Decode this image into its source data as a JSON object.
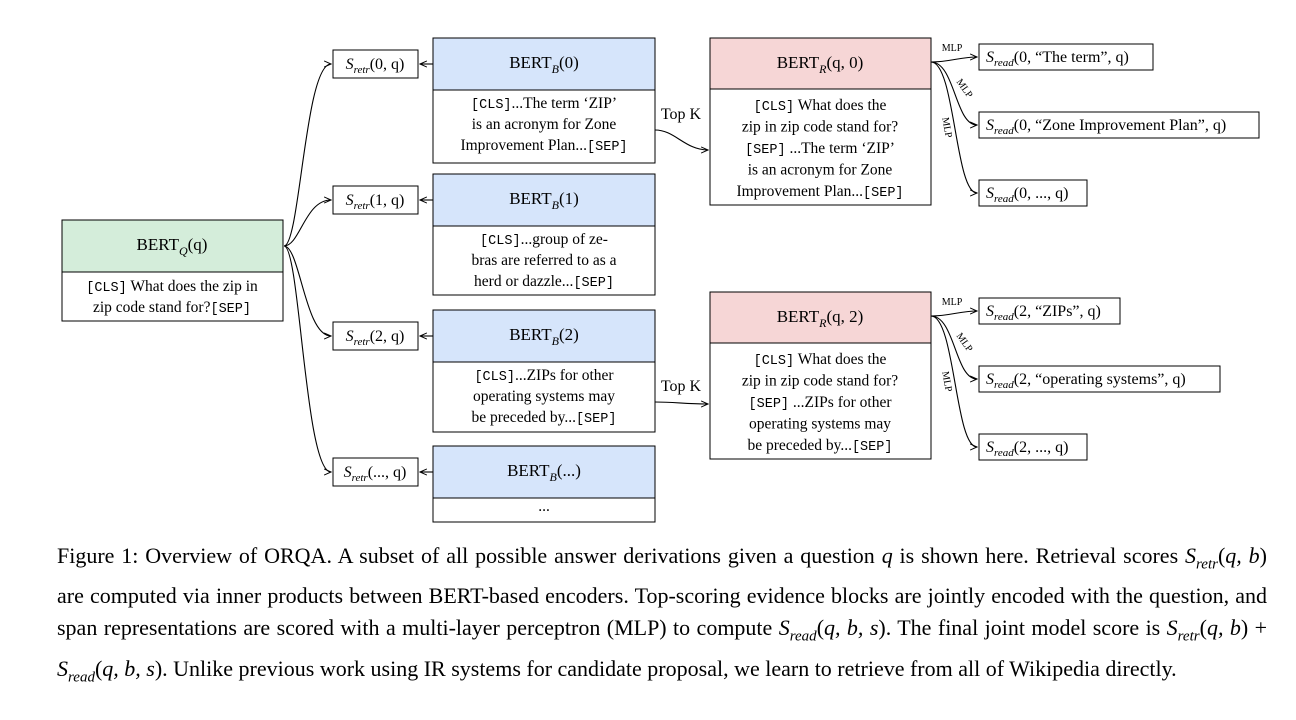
{
  "colors": {
    "question_encoder_fill": "#d4edda",
    "evidence_encoder_fill": "#d6e5fb",
    "reader_fill": "#f6d6d6",
    "stroke": "#000000"
  },
  "question": {
    "encoder_label": "BERT",
    "encoder_subscript": "Q",
    "encoder_arg": "(q)",
    "text_lines": [
      [
        {
          "t": "[CLS]",
          "mono": true
        },
        {
          "t": " What does the zip in"
        }
      ],
      [
        {
          "t": "zip code stand for?"
        },
        {
          "t": "[SEP]",
          "mono": true
        }
      ]
    ]
  },
  "blocks": [
    {
      "encoder_label": "BERT",
      "encoder_subscript": "B",
      "encoder_arg": "(0)",
      "score": {
        "S": "S",
        "sub": "retr",
        "args": "(0, q)"
      },
      "text_lines": [
        [
          {
            "t": "[CLS]",
            "mono": true
          },
          {
            "t": "...The term ‘ZIP’"
          }
        ],
        [
          {
            "t": "is an acronym for Zone"
          }
        ],
        [
          {
            "t": "Improvement Plan..."
          },
          {
            "t": "[SEP]",
            "mono": true
          }
        ]
      ]
    },
    {
      "encoder_label": "BERT",
      "encoder_subscript": "B",
      "encoder_arg": "(1)",
      "score": {
        "S": "S",
        "sub": "retr",
        "args": "(1, q)"
      },
      "text_lines": [
        [
          {
            "t": "[CLS]",
            "mono": true
          },
          {
            "t": "...group of ze-"
          }
        ],
        [
          {
            "t": "bras are referred to as a"
          }
        ],
        [
          {
            "t": "herd or dazzle..."
          },
          {
            "t": "[SEP]",
            "mono": true
          }
        ]
      ]
    },
    {
      "encoder_label": "BERT",
      "encoder_subscript": "B",
      "encoder_arg": "(2)",
      "score": {
        "S": "S",
        "sub": "retr",
        "args": "(2, q)"
      },
      "text_lines": [
        [
          {
            "t": "[CLS]",
            "mono": true
          },
          {
            "t": "...ZIPs for other"
          }
        ],
        [
          {
            "t": "operating systems may"
          }
        ],
        [
          {
            "t": "be preceded by..."
          },
          {
            "t": "[SEP]",
            "mono": true
          }
        ]
      ]
    },
    {
      "encoder_label": "BERT",
      "encoder_subscript": "B",
      "encoder_arg": "(...)",
      "score": {
        "S": "S",
        "sub": "retr",
        "args": "(..., q)"
      },
      "text_lines": [
        [
          {
            "t": "..."
          }
        ]
      ]
    }
  ],
  "readers": [
    {
      "encoder_label": "BERT",
      "encoder_subscript": "R",
      "encoder_arg": "(q, 0)",
      "topk_label": "Top K",
      "text_lines": [
        [
          {
            "t": "[CLS]",
            "mono": true
          },
          {
            "t": " What does the"
          }
        ],
        [
          {
            "t": "zip in zip code stand for?"
          }
        ],
        [
          {
            "t": "[SEP]",
            "mono": true
          },
          {
            "t": " ...The term ‘ZIP’"
          }
        ],
        [
          {
            "t": "is an acronym for Zone"
          }
        ],
        [
          {
            "t": "Improvement Plan..."
          },
          {
            "t": "[SEP]",
            "mono": true
          }
        ]
      ],
      "mlp_labels": [
        "MLP",
        "MLP",
        "MLP"
      ],
      "outputs": [
        {
          "S": "S",
          "sub": "read",
          "args": "(0, “The term”, q)"
        },
        {
          "S": "S",
          "sub": "read",
          "args": "(0, “Zone Improvement Plan”, q)"
        },
        {
          "S": "S",
          "sub": "read",
          "args": "(0, ..., q)"
        }
      ]
    },
    {
      "encoder_label": "BERT",
      "encoder_subscript": "R",
      "encoder_arg": "(q, 2)",
      "topk_label": "Top K",
      "text_lines": [
        [
          {
            "t": "[CLS]",
            "mono": true
          },
          {
            "t": " What does the"
          }
        ],
        [
          {
            "t": "zip in zip code stand for?"
          }
        ],
        [
          {
            "t": "[SEP]",
            "mono": true
          },
          {
            "t": " ...ZIPs for other"
          }
        ],
        [
          {
            "t": "operating systems may"
          }
        ],
        [
          {
            "t": "be preceded by..."
          },
          {
            "t": "[SEP]",
            "mono": true
          }
        ]
      ],
      "mlp_labels": [
        "MLP",
        "MLP",
        "MLP"
      ],
      "outputs": [
        {
          "S": "S",
          "sub": "read",
          "args": "(2, “ZIPs”, q)"
        },
        {
          "S": "S",
          "sub": "read",
          "args": "(2, “operating systems”, q)"
        },
        {
          "S": "S",
          "sub": "read",
          "args": "(2, ..., q)"
        }
      ]
    }
  ],
  "caption": {
    "parts": [
      {
        "t": "Figure 1:  Overview of ORQA. A subset of all possible answer derivations given a question "
      },
      {
        "t": "q",
        "i": true
      },
      {
        "t": " is shown here. Retrieval scores "
      },
      {
        "t": "S",
        "i": true
      },
      {
        "t": "retr",
        "i": true,
        "sub": true
      },
      {
        "t": "("
      },
      {
        "t": "q, b",
        "i": true
      },
      {
        "t": ")"
      },
      {
        "t": " are computed via inner products between BERT-based encoders. Top-scoring evidence blocks are jointly encoded with the question, and span representations are scored with a multi-layer perceptron (MLP) to compute "
      },
      {
        "t": "S",
        "i": true
      },
      {
        "t": "read",
        "i": true,
        "sub": true
      },
      {
        "t": "("
      },
      {
        "t": "q, b, s",
        "i": true
      },
      {
        "t": ")"
      },
      {
        "t": ". The final joint model score is "
      },
      {
        "t": "S",
        "i": true
      },
      {
        "t": "retr",
        "i": true,
        "sub": true
      },
      {
        "t": "("
      },
      {
        "t": "q, b",
        "i": true
      },
      {
        "t": ")"
      },
      {
        "t": " + "
      },
      {
        "t": "S",
        "i": true
      },
      {
        "t": "read",
        "i": true,
        "sub": true
      },
      {
        "t": "("
      },
      {
        "t": "q, b, s",
        "i": true
      },
      {
        "t": ")"
      },
      {
        "t": ". Unlike previous work using IR systems for candidate proposal, we learn to retrieve from all of Wikipedia directly."
      }
    ]
  }
}
